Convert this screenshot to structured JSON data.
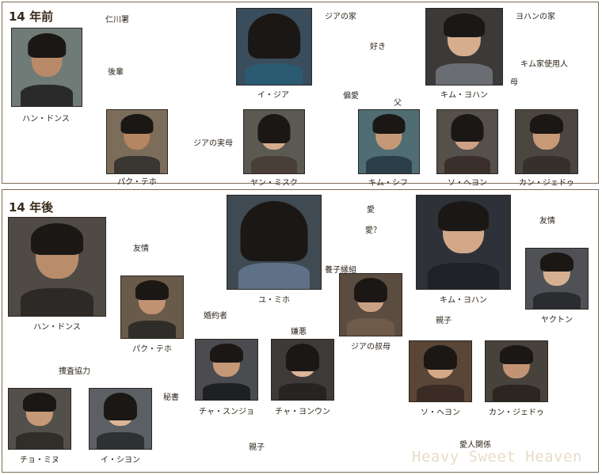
{
  "section_top": {
    "header": "14 年前"
  },
  "section_bottom": {
    "header": "14 年後"
  },
  "colors": {
    "arrow": "#7a4a33",
    "border": "#7a6a52",
    "watermark": "#e9dcc8"
  },
  "characters": [
    {
      "id": "han-dongsu-past",
      "name": "ハン・ドンス"
    },
    {
      "id": "park-teho-past",
      "name": "パク・テホ"
    },
    {
      "id": "lee-jia",
      "name": "イ・ジア"
    },
    {
      "id": "yang-misuku",
      "name": "ヤン・ミスク"
    },
    {
      "id": "kim-yohan-past",
      "name": "キム・ヨハン"
    },
    {
      "id": "kim-shifu",
      "name": "キム・シフ"
    },
    {
      "id": "so-heyon-past",
      "name": "ソ・ヘヨン"
    },
    {
      "id": "kan-jedu-past",
      "name": "カン・ジェドゥ"
    },
    {
      "id": "han-dongsu",
      "name": "ハン・ドンス"
    },
    {
      "id": "park-teho",
      "name": "パク・テホ"
    },
    {
      "id": "yu-miho",
      "name": "ユ・ミホ"
    },
    {
      "id": "jia-aunt",
      "name": "ジアの叔母"
    },
    {
      "id": "kim-yohan",
      "name": "キム・ヨハン"
    },
    {
      "id": "yakuton",
      "name": "ヤクトン"
    },
    {
      "id": "cha-sunjo",
      "name": "チャ・スンジョ"
    },
    {
      "id": "cha-yonun",
      "name": "チャ・ヨンウン"
    },
    {
      "id": "so-heyon",
      "name": "ソ・ヘヨン"
    },
    {
      "id": "kan-jedu",
      "name": "カン・ジェドゥ"
    },
    {
      "id": "cho-minu",
      "name": "チョ・ミヌ"
    },
    {
      "id": "lee-shiyon",
      "name": "イ・シヨン"
    }
  ],
  "labels": {
    "incheon_station": "仁川署",
    "jia_house": "ジアの家",
    "yohan_house": "ヨハンの家",
    "junior": "後輩",
    "likes": "好き",
    "kim_servant": "キム家使用人",
    "mother": "母",
    "favoritism": "偏愛",
    "father": "父",
    "jia_real_mother": "ジアの実母",
    "love": "愛",
    "love_q": "愛？",
    "friendship_1": "友情",
    "friendship_2": "友情",
    "adoption": "養子縁組",
    "fiance": "婚約者",
    "hatred": "嫌悪",
    "parent_child_1": "親子",
    "investigation": "捜査協力",
    "secretary": "秘書",
    "parent_child_2": "親子",
    "affair": "愛人関係"
  },
  "watermark": "Heavy Sweet Heaven"
}
